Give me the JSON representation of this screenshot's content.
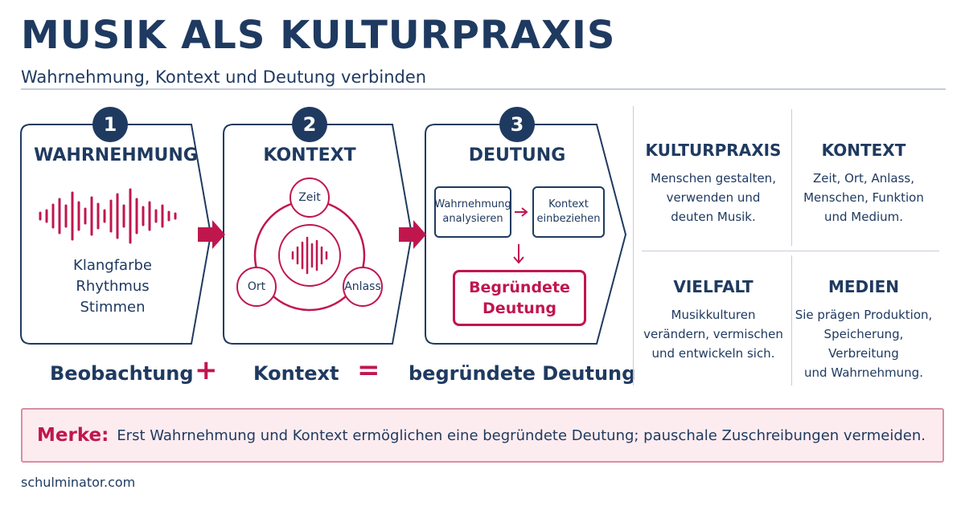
{
  "header": {
    "title": "MUSIK ALS KULTURPRAXIS",
    "subtitle": "Wahrnehmung, Kontext und Deutung verbinden"
  },
  "steps": [
    {
      "number": "1",
      "title": "WAHRNEHMUNG",
      "items": [
        "Klangfarbe",
        "Rhythmus",
        "Stimmen"
      ]
    },
    {
      "number": "2",
      "title": "KONTEXT",
      "circles": [
        "Zeit",
        "Ort",
        "Anlass"
      ]
    },
    {
      "number": "3",
      "title": "DEUTUNG",
      "box_a": "Wahrnehmung analysieren",
      "box_b": "Kontext einbeziehen",
      "result": "Begründete Deutung"
    }
  ],
  "equation": {
    "term1": "Beobachtung",
    "op1": "+",
    "term2": "Kontext",
    "op2": "=",
    "result": "begründete Deutung"
  },
  "panel": [
    {
      "title": "KULTURPRAXIS",
      "text": [
        "Menschen gestalten,",
        "verwenden und",
        "deuten Musik."
      ]
    },
    {
      "title": "KONTEXT",
      "text": [
        "Zeit, Ort, Anlass,",
        "Menschen, Funktion",
        "und Medium."
      ]
    },
    {
      "title": "VIELFALT",
      "text": [
        "Musikkulturen",
        "verändern, vermischen",
        "und entwickeln sich."
      ]
    },
    {
      "title": "MEDIEN",
      "text": [
        "Sie prägen Produktion,",
        "Speicherung, Verbreitung",
        "und Wahrnehmung."
      ]
    }
  ],
  "note": {
    "label": "Merke:",
    "text": "Erst Wahrnehmung und Kontext ermöglichen eine begründete Deutung; pauschale Zuschreibungen vermeiden."
  },
  "footer": {
    "site": "schulminator.com"
  },
  "colors": {
    "navy": "#1f3a60",
    "accent": "#c0164e",
    "note_bg": "#fdecef"
  }
}
